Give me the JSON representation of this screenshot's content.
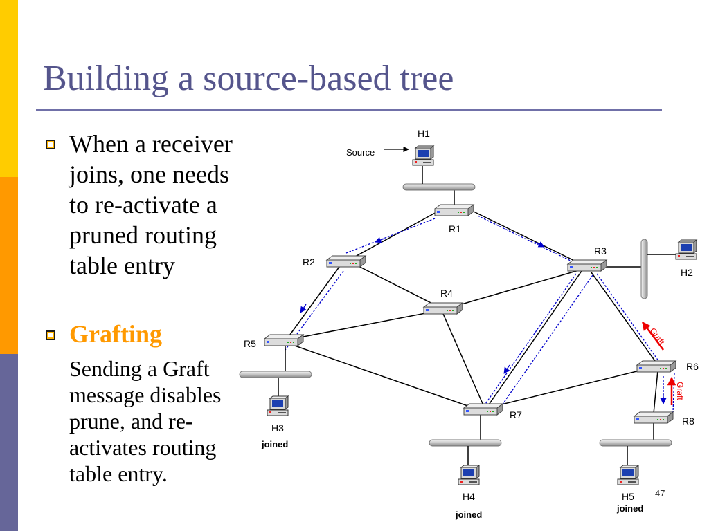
{
  "slide": {
    "title": "Building a source-based tree",
    "bullets": [
      {
        "lines": [
          "When a receiver",
          "joins, one needs",
          "to re-activate a",
          "pruned routing",
          "table entry"
        ]
      },
      {
        "heading": "Grafting",
        "sub_lines": [
          "Sending a Graft",
          "message disables",
          "prune, and re-",
          "activates routing",
          "table entry."
        ]
      }
    ],
    "page_number": "47"
  },
  "diagram": {
    "source_label": "Source",
    "joined_label": "joined",
    "graft_label": "Graft",
    "hosts": {
      "h1": "H1",
      "h2": "H2",
      "h3": "H3",
      "h4": "H4",
      "h5": "H5"
    },
    "routers": {
      "r1": "R1",
      "r2": "R2",
      "r3": "R3",
      "r4": "R4",
      "r5": "R5",
      "r6": "R6",
      "r7": "R7",
      "r8": "R8"
    },
    "colors": {
      "link": "#000000",
      "tree_arrow": "#0000CC",
      "graft_arrow": "#EE0000"
    }
  }
}
